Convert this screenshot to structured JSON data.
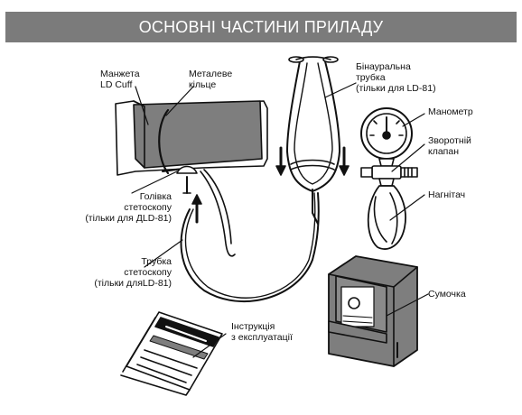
{
  "title": "ОСНОВНІ ЧАСТИНИ ПРИЛАДУ",
  "labels": {
    "cuff": [
      "Манжета",
      "LD Cuff"
    ],
    "metal_ring": [
      "Металеве",
      "кільце"
    ],
    "binaural_tube": [
      "Бінауральна",
      "трубка",
      "(тільки для LD-81)"
    ],
    "manometer": [
      "Манометр"
    ],
    "check_valve": [
      "Зворотній",
      "клапан"
    ],
    "bulb": [
      "Нагнітач"
    ],
    "stethoscope_head": [
      "Голівка",
      "стетоскопу",
      "(тільки для ДLD-81)"
    ],
    "stethoscope_tube": [
      "Трубка",
      "стетоскопу",
      "(тільки дляLD-81)"
    ],
    "manual": [
      "Інструкція",
      "з експлуатації"
    ],
    "bag": [
      "Сумочка"
    ]
  },
  "colors": {
    "header": "#7b7b7b",
    "fill_gray": "#7e7e7e",
    "line": "#111111"
  }
}
